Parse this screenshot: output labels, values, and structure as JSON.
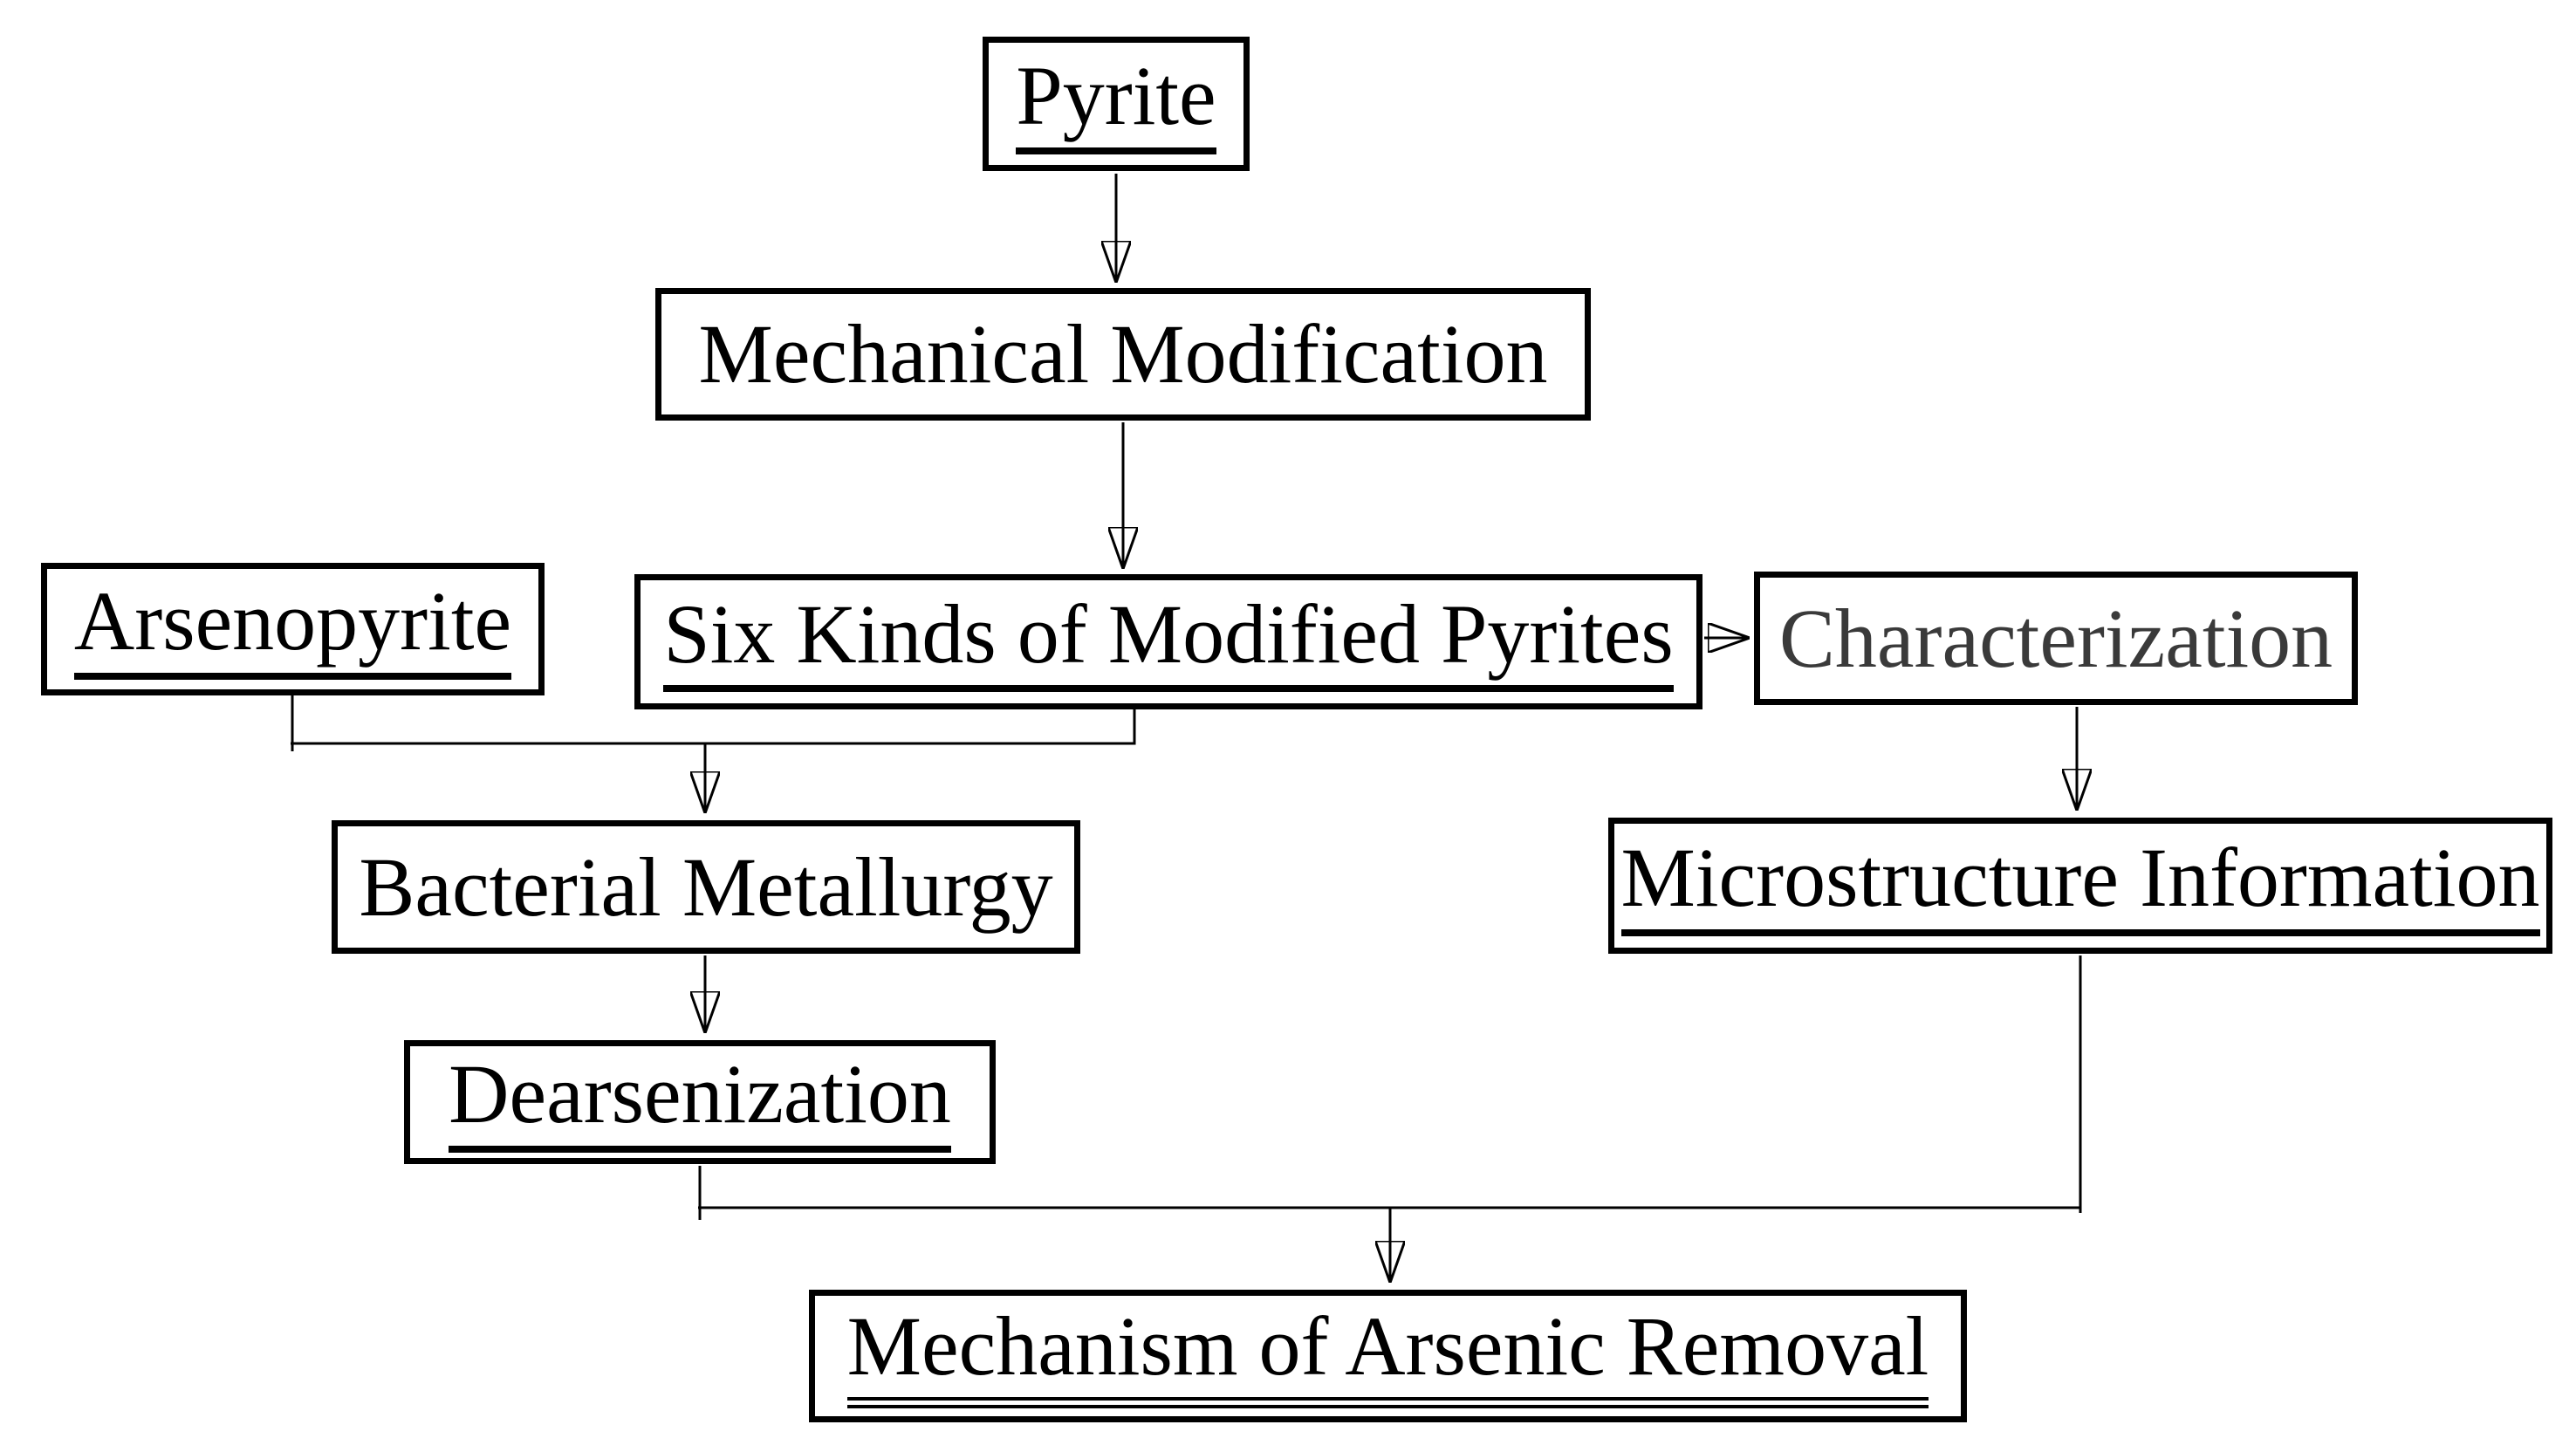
{
  "diagram": {
    "type": "flowchart",
    "background_color": "#ffffff",
    "box_border_color": "#000000",
    "connector_color": "#000000",
    "nodes": [
      {
        "id": "pyrite",
        "label": "Pyrite",
        "underline": "single",
        "text_color": "#000000"
      },
      {
        "id": "mechanical-modification",
        "label": "Mechanical Modification",
        "underline": "none",
        "text_color": "#000000"
      },
      {
        "id": "arsenopyrite",
        "label": "Arsenopyrite",
        "underline": "single",
        "text_color": "#000000"
      },
      {
        "id": "six-kinds-of-modified-pyrites",
        "label": "Six Kinds of Modified Pyrites",
        "underline": "single",
        "text_color": "#000000"
      },
      {
        "id": "characterization",
        "label": "Characterization",
        "underline": "none",
        "text_color": "#3a3a3a"
      },
      {
        "id": "bacterial-metallurgy",
        "label": "Bacterial Metallurgy",
        "underline": "none",
        "text_color": "#000000"
      },
      {
        "id": "microstructure-information",
        "label": "Microstructure Information",
        "underline": "single",
        "text_color": "#000000"
      },
      {
        "id": "dearsenization",
        "label": "Dearsenization",
        "underline": "single",
        "text_color": "#000000"
      },
      {
        "id": "mechanism-of-arsenic-removal",
        "label": "Mechanism of Arsenic Removal",
        "underline": "double",
        "text_color": "#000000"
      }
    ],
    "edges": [
      {
        "from": "pyrite",
        "to": "mechanical-modification"
      },
      {
        "from": "mechanical-modification",
        "to": "six-kinds-of-modified-pyrites"
      },
      {
        "from": "six-kinds-of-modified-pyrites",
        "to": "characterization"
      },
      {
        "from": "arsenopyrite",
        "to": "bacterial-metallurgy"
      },
      {
        "from": "six-kinds-of-modified-pyrites",
        "to": "bacterial-metallurgy"
      },
      {
        "from": "characterization",
        "to": "microstructure-information"
      },
      {
        "from": "bacterial-metallurgy",
        "to": "dearsenization"
      },
      {
        "from": "dearsenization",
        "to": "mechanism-of-arsenic-removal"
      },
      {
        "from": "microstructure-information",
        "to": "mechanism-of-arsenic-removal"
      }
    ]
  }
}
